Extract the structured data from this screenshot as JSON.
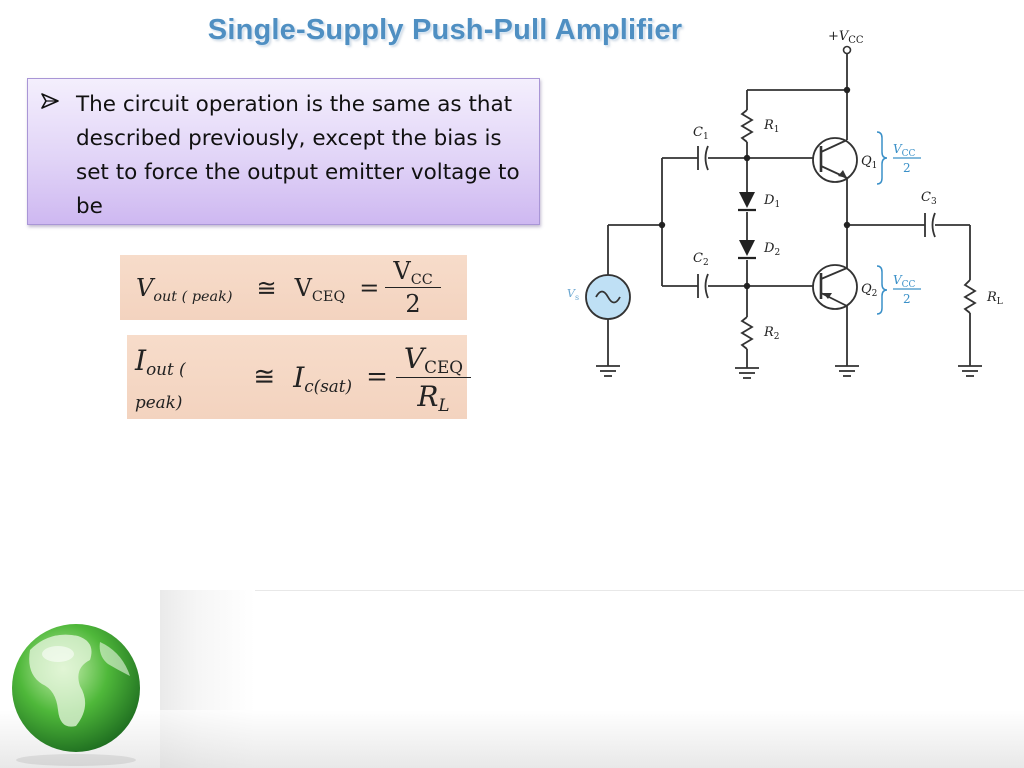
{
  "slide": {
    "title": "Single-Supply Push-Pull Amplifier",
    "bullet": "The circuit operation is the same as that described previously, except the bias is set to force the output emitter voltage to be"
  },
  "equations": {
    "eq1": {
      "lhs_v": "V",
      "lhs_sub": "out ( peak)",
      "approx": "≅",
      "mid_v": "V",
      "mid_sub": "CEQ",
      "eq": "=",
      "num_v": "V",
      "num_sub": "CC",
      "den": "2"
    },
    "eq2": {
      "lhs_i": "I",
      "lhs_sub": "out ( peak)",
      "approx": "≅",
      "mid_i": "I",
      "mid_sub": "c(sat)",
      "eq": "=",
      "num_v": "V",
      "num_sub": "CEQ",
      "den_r": "R",
      "den_sub": "L"
    }
  },
  "circuit": {
    "vcc_plus": "+V",
    "vcc_sub": "CC",
    "c1": "C",
    "c1_sub": "1",
    "c2": "C",
    "c2_sub": "2",
    "c3": "C",
    "c3_sub": "3",
    "r1": "R",
    "r1_sub": "1",
    "r2": "R",
    "r2_sub": "2",
    "rl": "R",
    "rl_sub": "L",
    "d1": "D",
    "d1_sub": "1",
    "d2": "D",
    "d2_sub": "2",
    "q1": "Q",
    "q1_sub": "1",
    "q2": "Q",
    "q2_sub": "2",
    "vs": "V",
    "vs_sub": "s",
    "bias_top_num": "V",
    "bias_top_num_sub": "CC",
    "bias_top_den": "2",
    "bias_bot_num": "V",
    "bias_bot_num_sub": "CC",
    "bias_bot_den": "2"
  },
  "colors": {
    "title": "#4f8fc2",
    "annotation": "#3a90c8",
    "source_fill": "#bfe0f5",
    "wire": "#333333"
  },
  "icons": {
    "bullet": "arrow-bullet-icon",
    "globe": "globe-icon"
  }
}
